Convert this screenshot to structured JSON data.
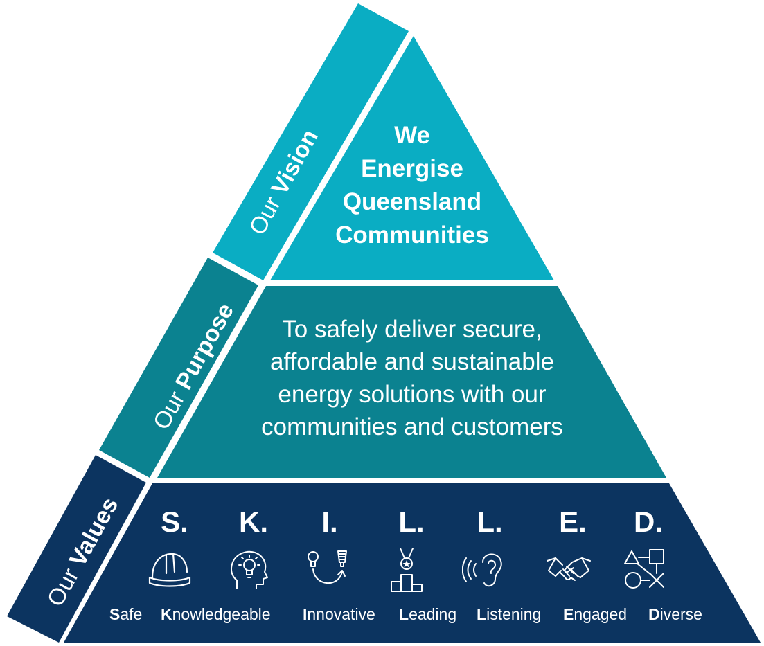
{
  "vision": {
    "side_label_prefix": "Our",
    "side_label_bold": "Vision",
    "lines": [
      "We",
      "Energise",
      "Queensland",
      "Communities"
    ]
  },
  "purpose": {
    "side_label_prefix": "Our",
    "side_label_bold": "Purpose",
    "lines": [
      "To safely deliver secure,",
      "affordable and sustainable",
      "energy solutions with our",
      "communities and customers"
    ]
  },
  "values": {
    "side_label_prefix": "Our",
    "side_label_bold": "Values",
    "items": [
      {
        "letter": "S.",
        "initial": "S",
        "rest": "afe",
        "icon": "hard-hat-icon"
      },
      {
        "letter": "K.",
        "initial": "K",
        "rest": "nowledgeable",
        "icon": "head-lightbulb-icon"
      },
      {
        "letter": "I.",
        "initial": "I",
        "rest": "nnovative",
        "icon": "bulbs-arrow-icon"
      },
      {
        "letter": "L.",
        "initial": "L",
        "rest": "eading",
        "icon": "medal-podium-icon"
      },
      {
        "letter": "L.",
        "initial": "L",
        "rest": "istening",
        "icon": "ear-sound-icon"
      },
      {
        "letter": "E.",
        "initial": "E",
        "rest": "ngaged",
        "icon": "handshake-icon"
      },
      {
        "letter": "D.",
        "initial": "D",
        "rest": "iverse",
        "icon": "shapes-icon"
      }
    ]
  },
  "colors": {
    "vision": "#0AADC3",
    "purpose": "#0B8290",
    "values": "#0C3460",
    "text": "#FFFFFF"
  }
}
